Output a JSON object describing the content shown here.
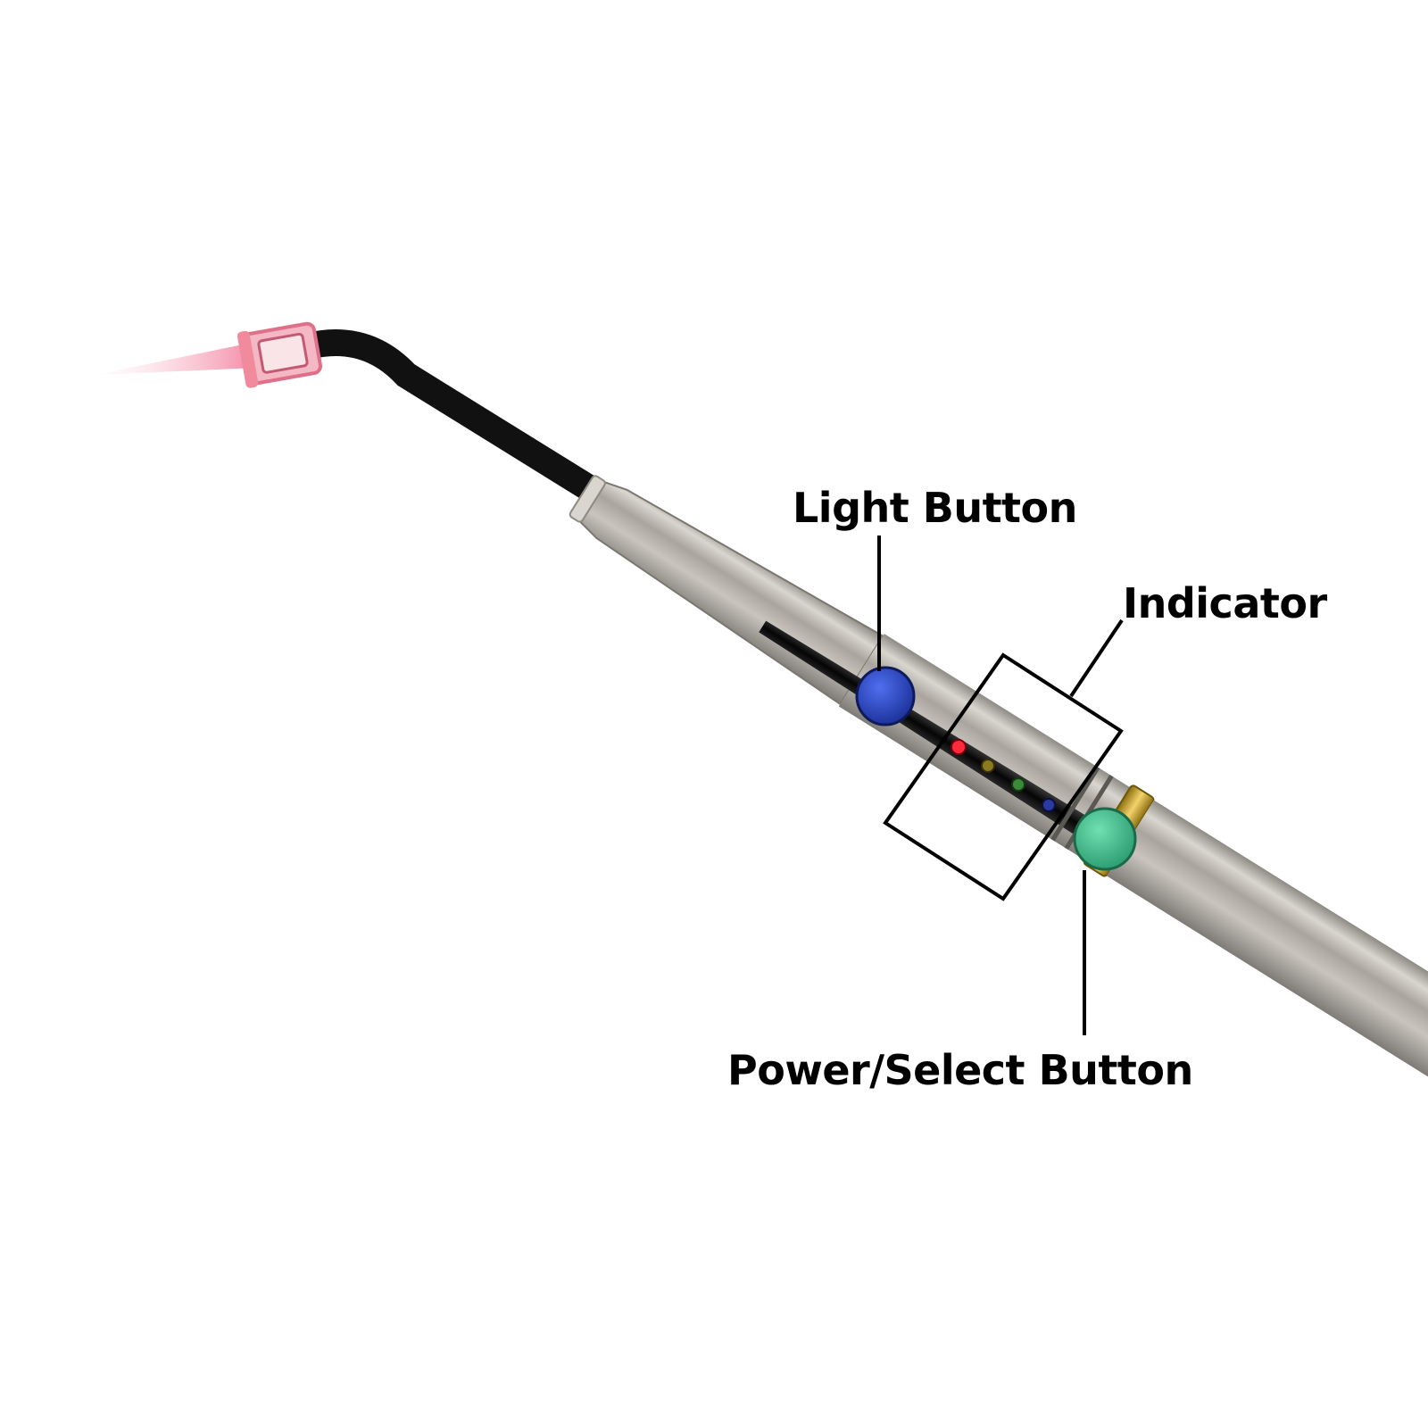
{
  "labels": {
    "light_button": "Light Button",
    "indicator": "Indicator",
    "power_select_button": "Power/Select Button"
  },
  "colors": {
    "background": "#ffffff",
    "handle_silver": "#b9b5ad",
    "handle_dark_band": "#141414",
    "light_guide": "#111111",
    "tip_pink": "#f08a9c",
    "beam_pink": "#f7a8c2",
    "light_button_blue": "#2441b8",
    "power_button_green": "#3fb88a",
    "gold_ring": "#c9a630",
    "indicator_leds": [
      "#ff2a3c",
      "#8a7a20",
      "#3a8a3a",
      "#2a3aa0"
    ]
  }
}
